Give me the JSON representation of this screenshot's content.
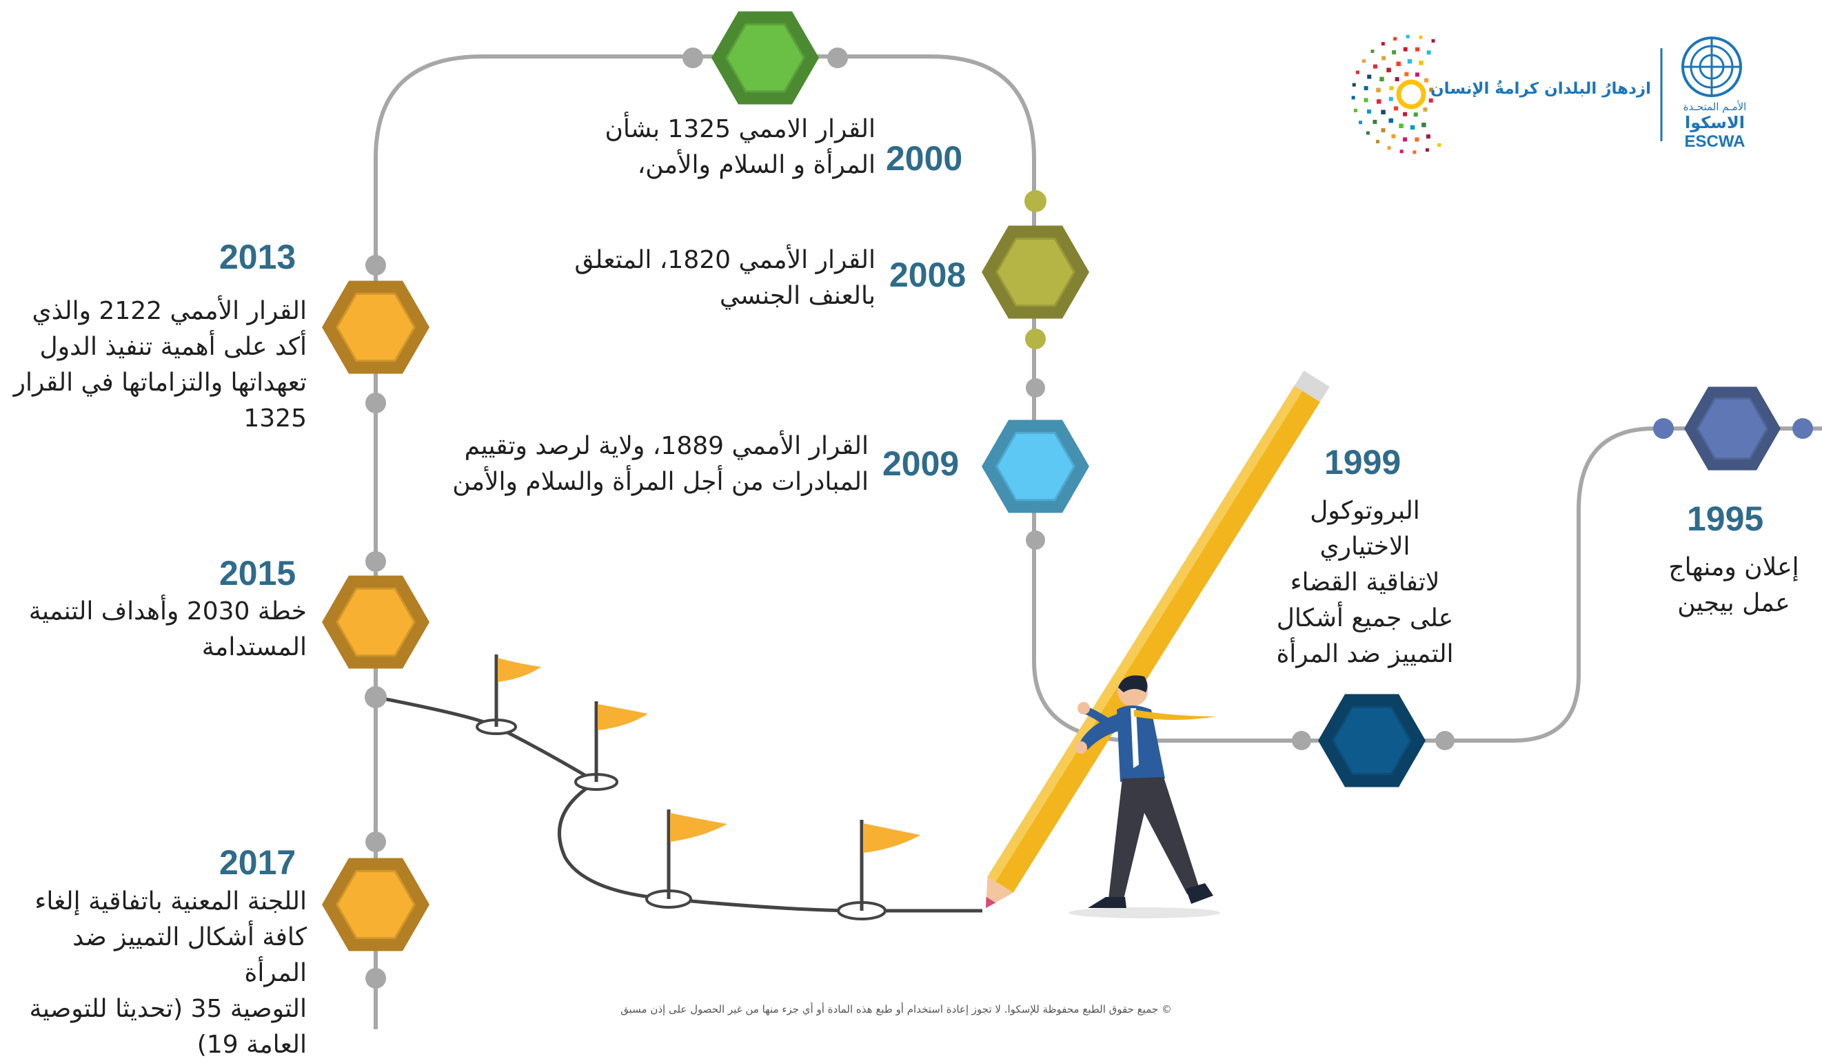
{
  "logo": {
    "slogan": "ازدهارُ البلدان كرامةُ الإنسان",
    "un_arabic_small": "الأمـم المتحـدة",
    "un_arabic_name": "الاسكوا",
    "un_english_name": "ESCWA"
  },
  "milestones": [
    {
      "key": "m1995",
      "year": "1995",
      "lines": [
        "إعلان ومنهاج",
        "عمل بيجين"
      ],
      "color": "#5f78b5"
    },
    {
      "key": "m1999",
      "year": "1999",
      "lines": [
        "البروتوكول",
        "الاختياري",
        "لاتفاقية القضاء",
        "على جميع أشكال",
        "التمييز ضد المرأة"
      ],
      "color": "#0f5a8c"
    },
    {
      "key": "m2009",
      "year": "2009",
      "lines": [
        "القرار الأممي 1889، ولاية لرصد وتقييم",
        "المبادرات من أجل المرأة والسلام والأمن"
      ],
      "color": "#5ec8f5"
    },
    {
      "key": "m2008",
      "year": "2008",
      "lines": [
        "القرار الأممي 1820، المتعلق",
        "بالعنف الجنسي"
      ],
      "color": "#b5b545"
    },
    {
      "key": "m2000",
      "year": "2000",
      "lines": [
        "القرار الاممي 1325  بشأن",
        "المرأة و السلام والأمن،"
      ],
      "color": "#6abf45"
    },
    {
      "key": "m2013",
      "year": "2013",
      "lines": [
        "القرار الأممي 2122  والذي",
        "أكد على أهمية تنفيذ الدول",
        "تعهداتها والتزاماتها في القرار",
        "1325"
      ],
      "color": "#f7b032"
    },
    {
      "key": "m2015",
      "year": "2015",
      "lines": [
        "خطة 2030 وأهداف التنمية",
        "المستدامة"
      ],
      "color": "#f7b032"
    },
    {
      "key": "m2017",
      "year": "2017",
      "lines": [
        "اللجنة المعنية باتفاقية إلغاء",
        "كافة أشكال التمييز ضد المرأة",
        "التوصية 35 (تحديثا للتوصية",
        "العامة 19)"
      ],
      "color": "#f7b032"
    }
  ],
  "footer": {
    "copyright": "© جميع حقوق الطبع محفوظة للإسكوا. لا تجوز إعادة استخدام أو طبع هذه المادة أو أي جزء منها من غير الحصول على إذن مسبق"
  }
}
